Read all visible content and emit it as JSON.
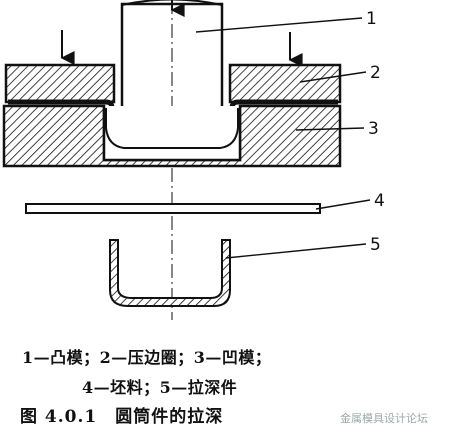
{
  "diagram": {
    "part_callouts": [
      "1",
      "2",
      "3",
      "4",
      "5"
    ],
    "legend_line_1": "1—凸模；2—压边圈；3—凹模；",
    "legend_line_2": "4—坯料；5—拉深件",
    "figure_caption": "图 4.0.1　圆筒件的拉深",
    "watermark": "金属模具设计论坛"
  }
}
